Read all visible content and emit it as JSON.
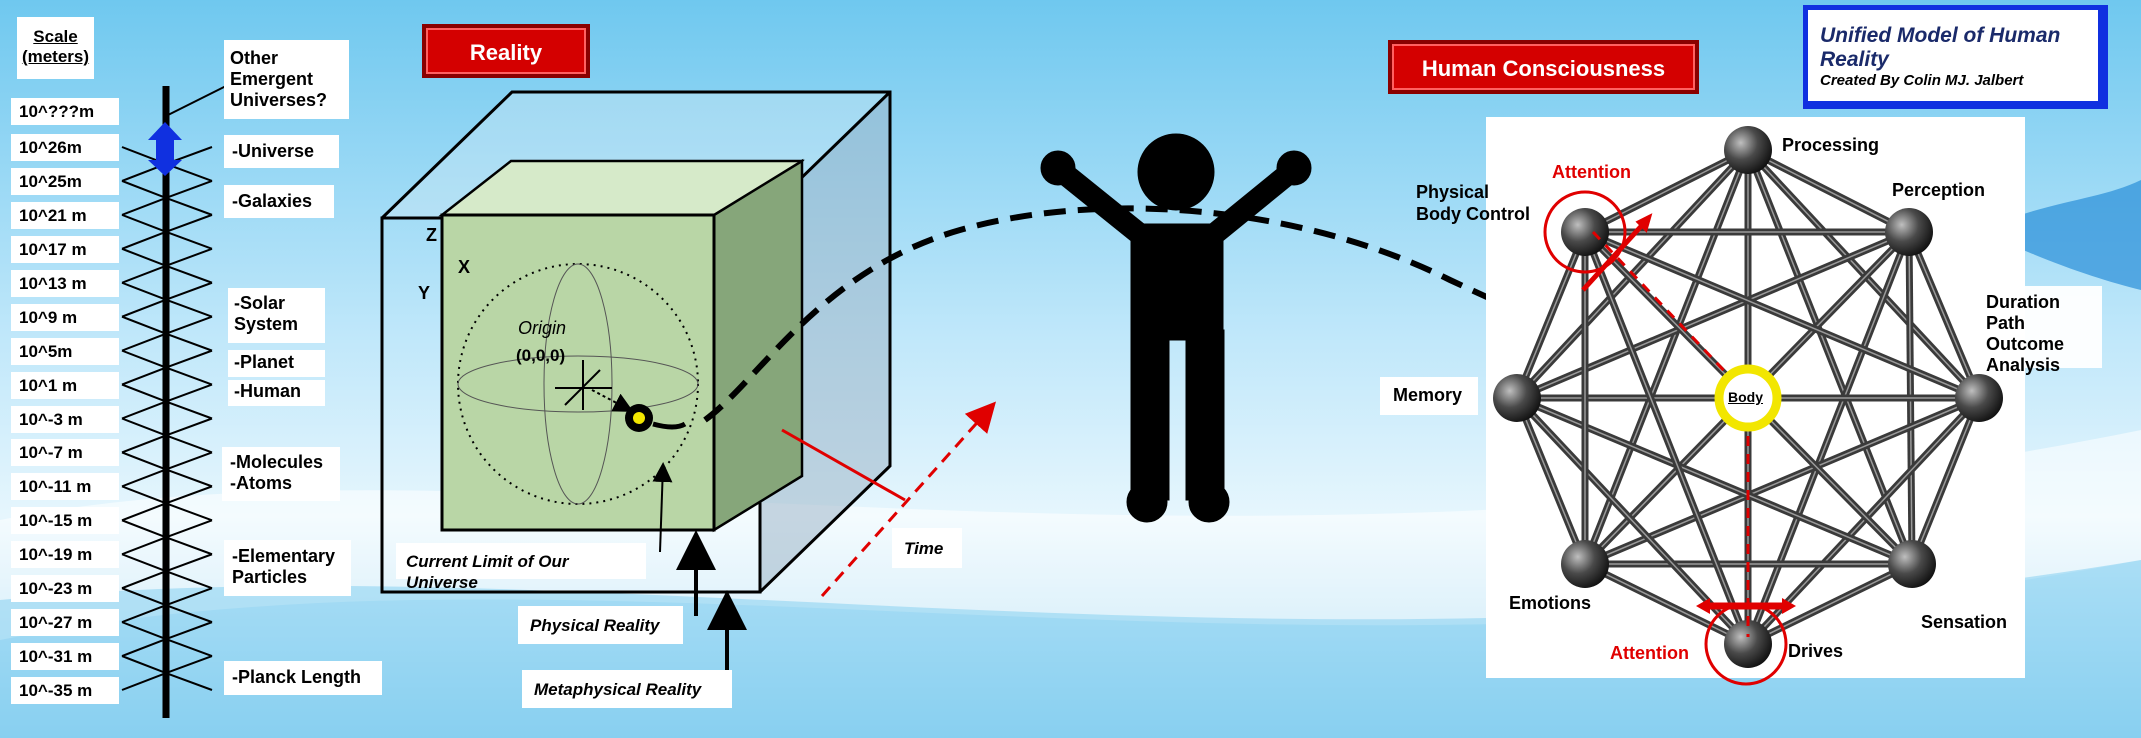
{
  "scale": {
    "header": "Scale\n(meters)",
    "top_tick": "10^???m",
    "ticks": [
      "10^26m",
      "10^25m",
      "10^21 m",
      "10^17 m",
      "10^13 m",
      "10^9 m",
      "10^5m",
      "10^1 m",
      "10^-3 m",
      "10^-7 m",
      "10^-11 m",
      "10^-15 m",
      "10^-19 m",
      "10^-23 m",
      "10^-27 m",
      "10^-31 m",
      "10^-35 m"
    ],
    "labels": {
      "other_universes": "Other\nEmergent\nUniverses?",
      "universe": "-Universe",
      "galaxies": "-Galaxies",
      "solar": "-Solar\nSystem",
      "planet": "-Planet",
      "human": "-Human",
      "molecules": "-Molecules\n-Atoms",
      "elementary": "-Elementary\nParticles",
      "planck": "-Planck Length"
    }
  },
  "reality": {
    "title": "Reality",
    "axis_z": "Z",
    "axis_x": "X",
    "axis_y": "Y",
    "origin_label": "Origin",
    "origin_coords": "(0,0,0)",
    "current_limit": "Current Limit of Our Universe",
    "physical": "Physical Reality",
    "metaphysical": "Metaphysical Reality",
    "time": "Time"
  },
  "consciousness": {
    "title": "Human Consciousness",
    "model_title": "Unified Model of Human\nReality",
    "model_credit": "Created By Colin MJ. Jalbert",
    "nodes": {
      "processing": "Processing",
      "perception": "Perception",
      "physical_body_control": "Physical\nBody Control",
      "duration": "Duration Path\nOutcome\nAnalysis",
      "memory": "Memory",
      "emotions": "Emotions",
      "sensation": "Sensation",
      "drives": "Drives",
      "body": "Body"
    },
    "attention_top": "Attention",
    "attention_bottom": "Attention"
  },
  "colors": {
    "red_button": "#d40000",
    "green_cube": "#b9d6a6",
    "attention_red": "#e00000",
    "body_ring": "#f2e600",
    "arrow_blue": "#1030e0"
  }
}
